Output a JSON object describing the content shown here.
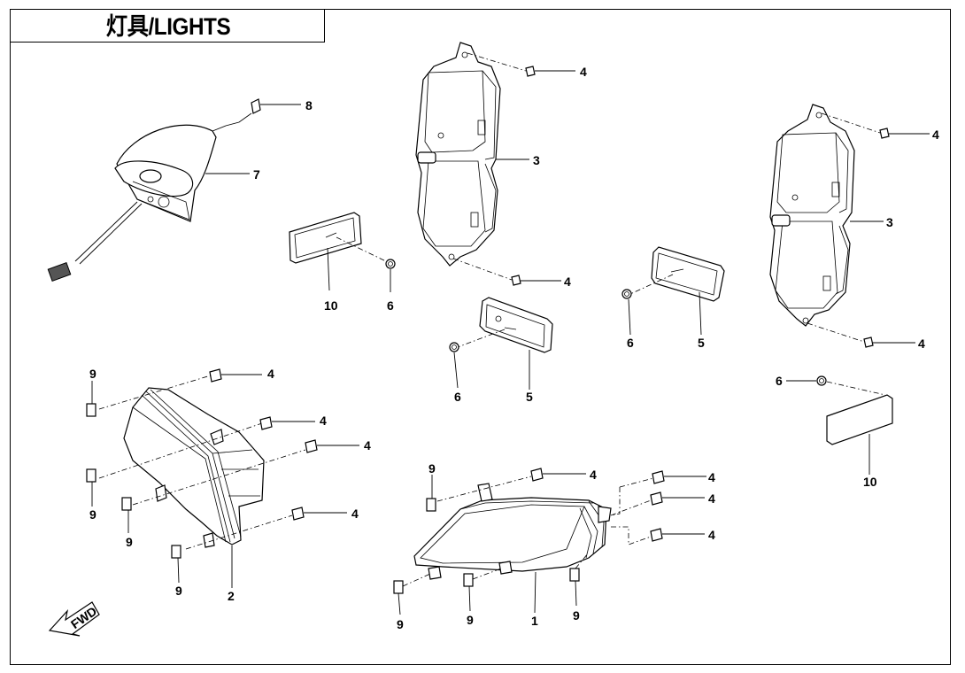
{
  "title": "灯具/LIGHTS",
  "fwd_label": "FWD",
  "callouts": {
    "c1": "1",
    "c2": "2",
    "c3a": "3",
    "c3b": "3",
    "c4a": "4",
    "c4b": "4",
    "c4c": "4",
    "c4d": "4",
    "c4e": "4",
    "c4f": "4",
    "c4g": "4",
    "c4h": "4",
    "c4i": "4",
    "c4j": "4",
    "c4k": "4",
    "c4l": "4",
    "c5a": "5",
    "c5b": "5",
    "c6a": "6",
    "c6b": "6",
    "c6c": "6",
    "c6d": "6",
    "c7": "7",
    "c8": "8",
    "c9a": "9",
    "c9b": "9",
    "c9c": "9",
    "c9d": "9",
    "c9e": "9",
    "c9f": "9",
    "c9g": "9",
    "c9h": "9",
    "c10a": "10",
    "c10b": "10"
  }
}
